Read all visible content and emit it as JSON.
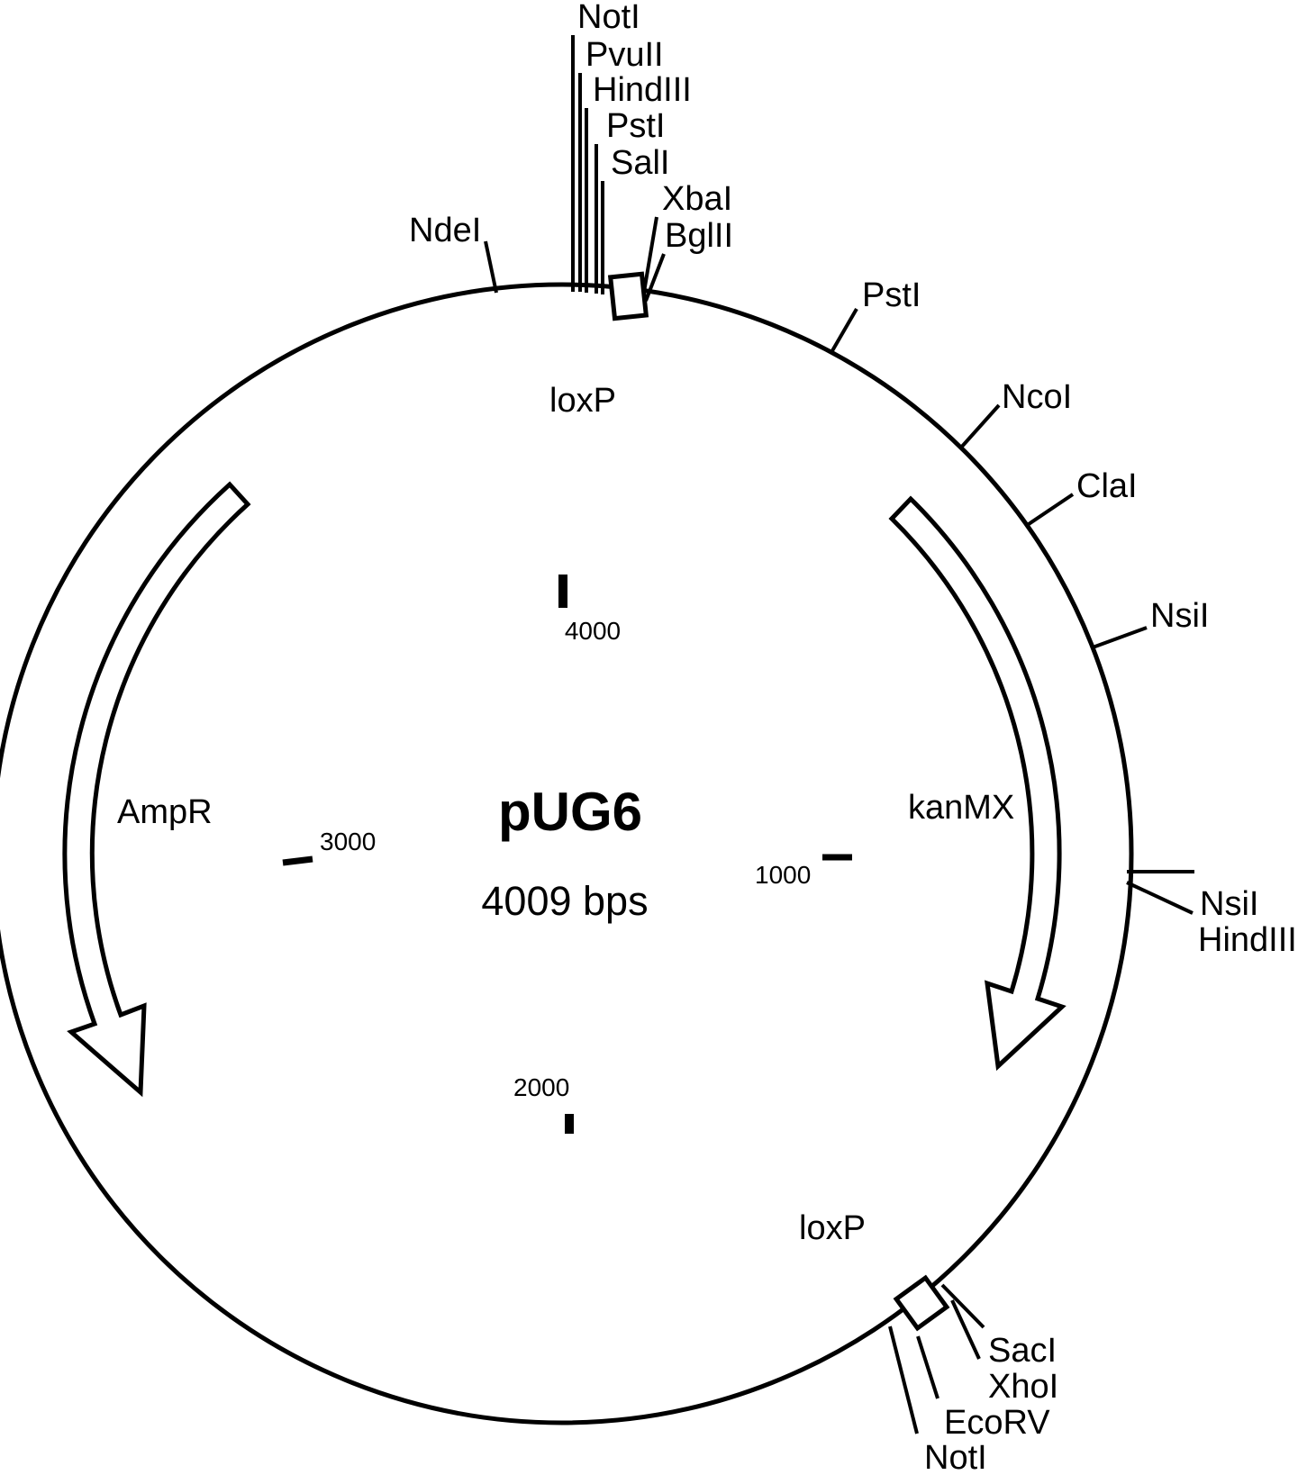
{
  "map": {
    "type": "plasmid-map",
    "title": "pUG6",
    "subtitle": "4009 bps",
    "genes": {
      "ampr": "AmpR",
      "kanmx": "kanMX"
    },
    "lox_top": "loxP",
    "lox_bottom": "loxP",
    "scale": {
      "n1000": "1000",
      "n2000": "2000",
      "n3000": "3000",
      "n4000": "4000"
    },
    "mcs_top": [
      "NotI",
      "PvuII",
      "HindIII",
      "PstI",
      "SalI",
      "XbaI",
      "BglII"
    ],
    "site_ndei": "NdeI",
    "sites_right": {
      "psti": "PstI",
      "ncoi": "NcoI",
      "clai": "ClaI",
      "nsii": "NsiI"
    },
    "sites_east": {
      "nsii": "NsiI",
      "hindiii": "HindIII"
    },
    "sites_bottom": {
      "saci": "SacI",
      "xhoi": "XhoI",
      "ecorv": "EcoRV",
      "noti": "NotI"
    },
    "colors": {
      "ink": "#000000",
      "background": "#ffffff"
    }
  }
}
